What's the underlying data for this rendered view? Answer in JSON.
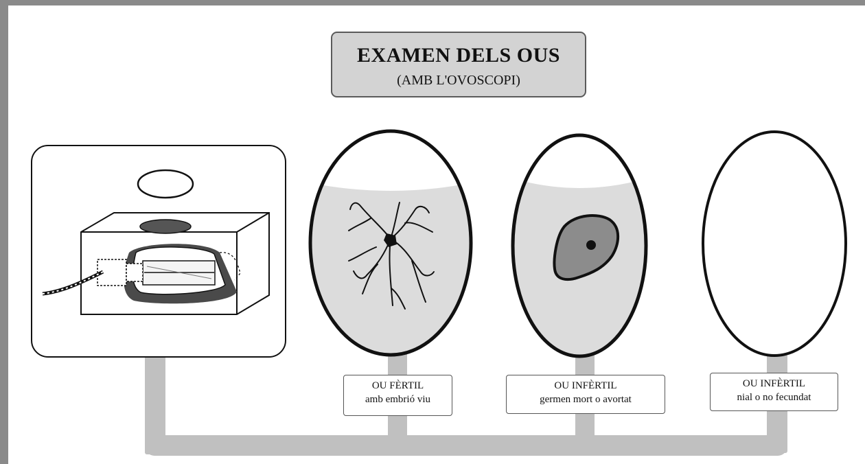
{
  "title": {
    "main": "EXAMEN DELS OUS",
    "sub": "(AMB L'OVOSCOPI)"
  },
  "eggs": [
    {
      "line1": "OU FÈRTIL",
      "line2": "amb embrió viu"
    },
    {
      "line1": "OU INFÈRTIL",
      "line2": "germen mort o avortat"
    },
    {
      "line1": "OU INFÈRTIL",
      "line2": "nial o no fecundat"
    }
  ],
  "colors": {
    "frame": "#8a8a8a",
    "connector": "#c0c0c0",
    "egg_fill": "#dcdcdc",
    "dead_germ": "#8c8c8c",
    "title_box": "#d3d3d3"
  }
}
